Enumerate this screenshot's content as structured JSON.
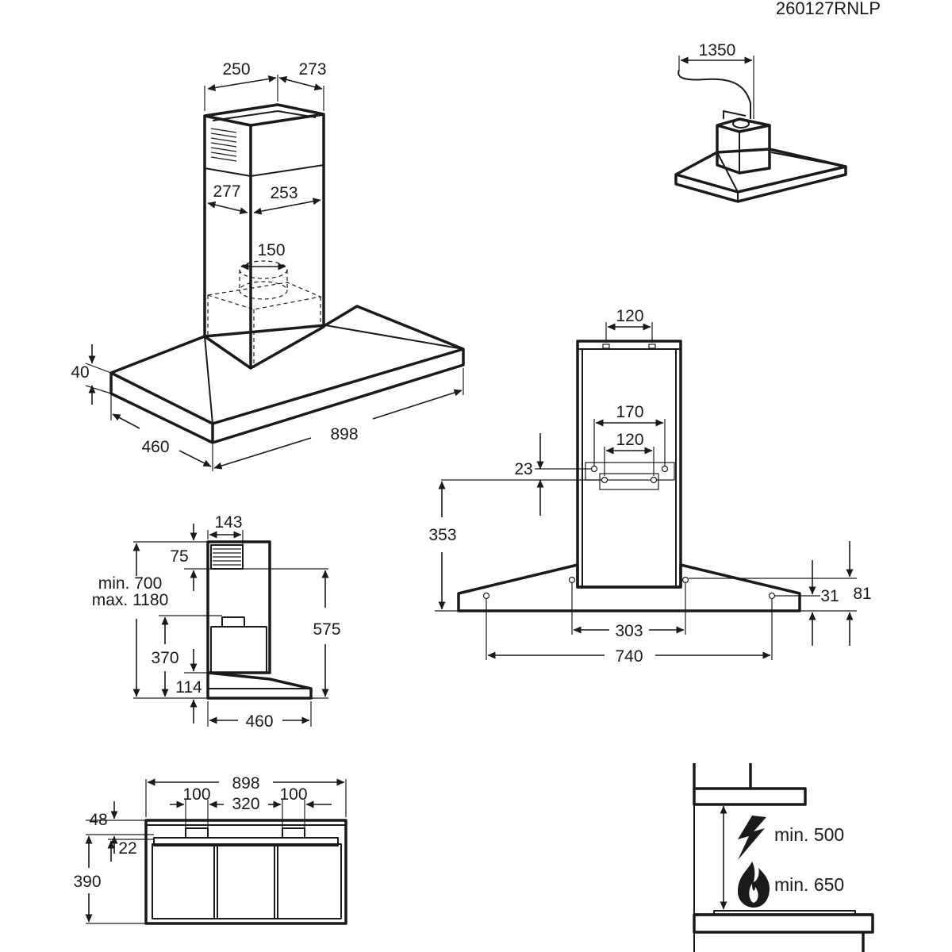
{
  "drawing_code": "260127RNLP",
  "dims": {
    "cable_length": "1350",
    "chimney_width": "250",
    "chimney_depth": "273",
    "lower_chimney_width": "277",
    "lower_chimney_depth": "253",
    "outlet_diameter": "150",
    "canopy_thickness": "40",
    "canopy_depth": "460",
    "canopy_width": "898",
    "bracket_spacing": "120",
    "upper_hole_spacing": "170",
    "lower_hole_spacing": "120",
    "hole_vertical_offset": "23",
    "bracket_height": "353",
    "side_hole_offset": "31",
    "edge_height": "81",
    "inner_hole_spacing": "303",
    "outer_hole_spacing": "740",
    "side_top_width": "143",
    "side_top_height": "75",
    "height_range_min": "min. 700",
    "height_range_max": "max. 1180",
    "side_total_height": "575",
    "motor_height": "370",
    "side_canopy_height": "114",
    "side_depth": "460",
    "bottom_width": "898",
    "filter_margin_left": "100",
    "filter_center": "320",
    "filter_margin_right": "100",
    "bottom_top_offset": "48",
    "bottom_rail_offset": "22",
    "bottom_depth": "390"
  },
  "clearance": {
    "electric_label": "min. 500",
    "gas_label": "min. 650"
  }
}
